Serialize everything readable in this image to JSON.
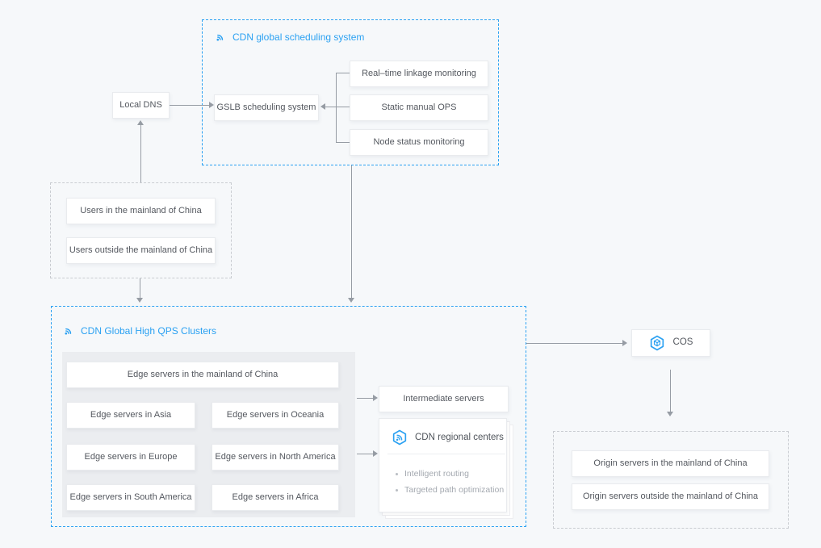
{
  "colors": {
    "accent": "#2ba1f2",
    "line": "#969ca4",
    "text": "#54585f",
    "muted": "#a4a9b0",
    "panel": "#ebedf0",
    "border": "#e9ebee",
    "bg": "#f6f8fa",
    "dash_gray": "#c9ccd1"
  },
  "scheduling": {
    "title": "CDN global scheduling system",
    "gslb_label": "GSLB scheduling system",
    "monitors": [
      "Real–time linkage monitoring",
      "Static manual OPS",
      "Node status monitoring"
    ]
  },
  "local_dns_label": "Local DNS",
  "users_group": {
    "items": [
      "Users in the mainland of China",
      "Users outside the mainland of China"
    ]
  },
  "clusters": {
    "title": "CDN Global High QPS Clusters",
    "edge_main": "Edge servers in the mainland of China",
    "edge_servers": [
      "Edge servers in Asia",
      "Edge servers in Oceania",
      "Edge servers in Europe",
      "Edge servers in North America",
      "Edge servers in South America",
      "Edge servers in Africa"
    ]
  },
  "intermediate_label": "Intermediate servers",
  "regional_centers": {
    "title": "CDN regional centers",
    "features": [
      "Intelligent routing",
      "Targeted path optimization"
    ]
  },
  "cos_label": "COS",
  "origin_group": {
    "items": [
      "Origin servers in the mainland of China",
      "Origin servers outside the mainland of China"
    ]
  }
}
